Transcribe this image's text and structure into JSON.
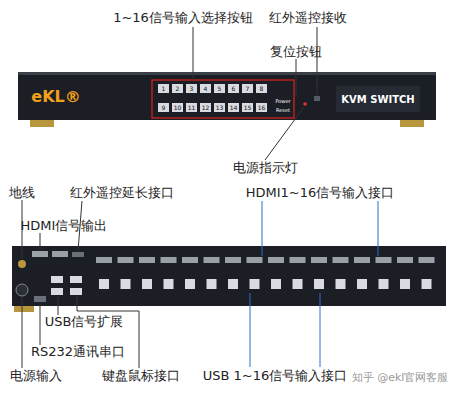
{
  "diagram": {
    "labels": [
      "1~16信号输入选择按钮",
      "红外遥控接收",
      "复位按钮",
      "eKL®",
      "1",
      "2",
      "3",
      "4",
      "5",
      "6",
      "7",
      "8",
      "9",
      "10",
      "11",
      "12",
      "13",
      "14",
      "15",
      "16",
      "Power",
      "Reset",
      "KVM SWITCH",
      "电源指示灯",
      "地线",
      "红外遥控延长接口",
      "HDMI1~16信号输入接口",
      "HDMI信号输出",
      "USB信号扩展",
      "RS232通讯串口",
      "电源输入",
      "键盘鼠标接口",
      "USB 1~16信号输入接口",
      "知乎 @ekl官网客服"
    ]
  }
}
